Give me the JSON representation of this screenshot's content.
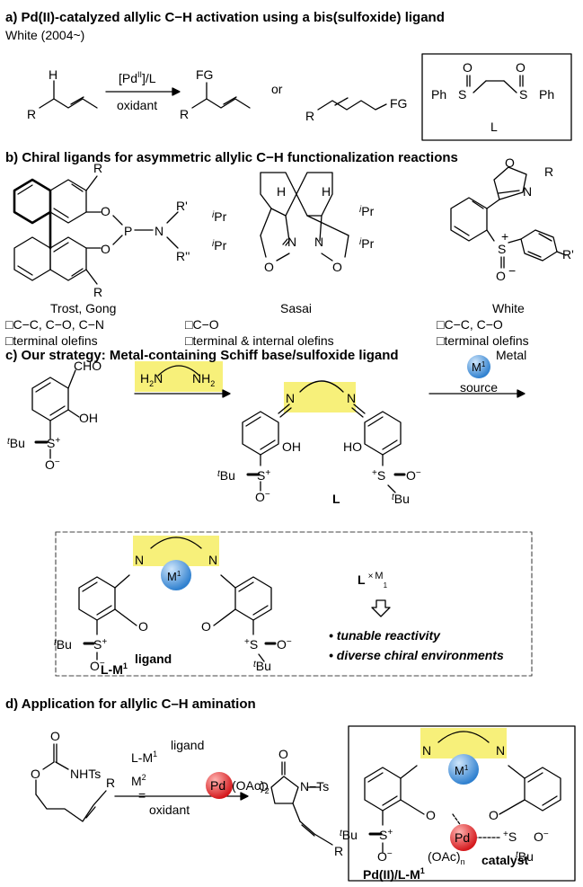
{
  "sections": {
    "a": {
      "title": "a) Pd(II)-catalyzed allylic C−H activation using a bis(sulfoxide) ligand",
      "subtitle": "White (2004~)",
      "catalyst": "[Pd",
      "catalyst_ox": "II",
      "catalyst_end": "]/L",
      "condition": "oxidant",
      "or": "or",
      "fg": "FG",
      "h": "H",
      "r": "R",
      "ph": "Ph",
      "s": "S",
      "o": "O",
      "ligand_label": "L"
    },
    "b": {
      "title": "b) Chiral ligands for asymmetric allylic C−H functionalization reactions",
      "ligands": [
        {
          "name": "Trost, Gong",
          "bonds": "□C−C, C−O, C−N",
          "scope": "□terminal olefins"
        },
        {
          "name": "Sasai",
          "bonds": "□C−O",
          "scope": "□terminal & internal olefins"
        },
        {
          "name": "White",
          "bonds": "□C−C, C−O",
          "scope": "□terminal olefins"
        }
      ],
      "atoms": {
        "r": "R",
        "r1": "R'",
        "r2": "R''",
        "o": "O",
        "p": "P",
        "n": "N",
        "ipr": "Pr",
        "i": "i",
        "h": "H",
        "s": "S",
        "plus": "+",
        "minus": "−"
      }
    },
    "c": {
      "title": "c) Our strategy: Metal-containing Schiff base/sulfoxide ligand",
      "cho": "CHO",
      "oh": "OH",
      "ho": "HO",
      "tbu": "Bu",
      "t": "t",
      "s_plus": "S",
      "o_minus": "O",
      "diamine_h2n": "H",
      "diamine_2": "2",
      "diamine_n": "N",
      "nh2": "NH",
      "metal_label": "Metal",
      "source_label": "source",
      "m": "M",
      "m_sup": "1",
      "ligand_l": "L",
      "lxm": "L",
      "lxm_times": "×",
      "lxm_m": "M",
      "lxm_sub": "1",
      "feature1": "• tunable reactivity",
      "feature2": "• diverse chiral environments",
      "lm_label": "L-M",
      "lm_sup": "1",
      "ligand_word": "ligand"
    },
    "d": {
      "title": "d) Application for allylic C–H amination",
      "reagent1": "L-M",
      "reagent1_sup": "1",
      "ligand_word": "ligand",
      "m2": "M",
      "m2_sup": "2",
      "eq": "=",
      "pd": "Pd",
      "oac": "(OAc)",
      "oac_sub": "2",
      "oxidant": "oxidant",
      "nhts": "NHTs",
      "nts": "N−Ts",
      "r": "R",
      "o": "O",
      "oacn": "(OAc)",
      "oacn_sub": "n",
      "catalyst_label": "Pd(II)/L-M",
      "catalyst_sup": "1",
      "catalyst_word": "catalyst"
    }
  },
  "colors": {
    "highlight": "#f7f07a",
    "metal_blue": "#3a8fd8",
    "pd_red": "#e0262a",
    "line": "#000000",
    "dash": "#444444"
  }
}
